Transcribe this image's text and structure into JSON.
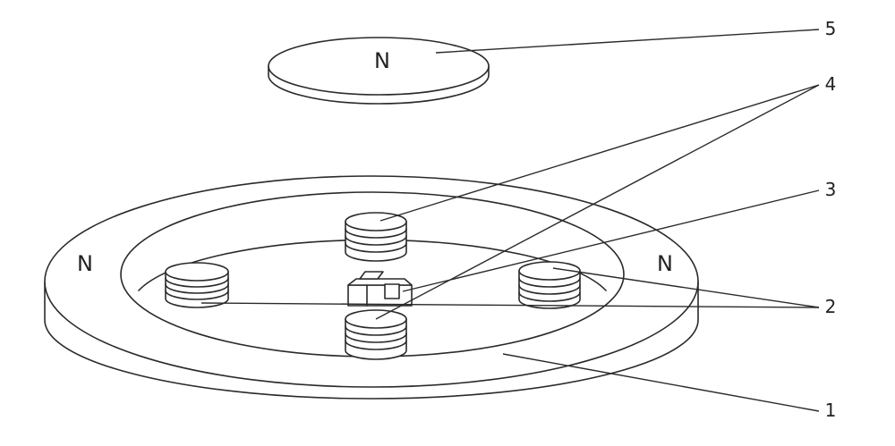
{
  "pole_labels": {
    "top_disc": "N",
    "ring_left": "N",
    "ring_right": "N"
  },
  "callouts": {
    "c1": "1",
    "c2": "2",
    "c3": "3",
    "c4": "4",
    "c5": "5"
  }
}
